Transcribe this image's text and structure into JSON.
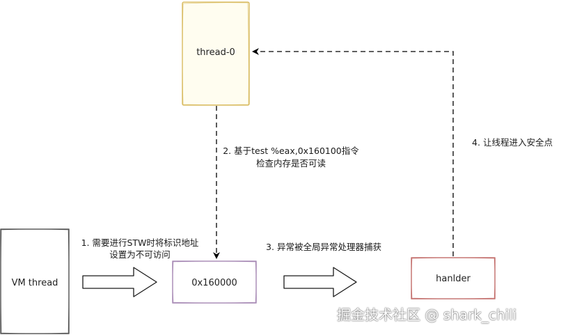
{
  "nodes": {
    "thread0": {
      "label": "thread-0",
      "stroke": "#d6b656",
      "fill": "#fffdf0"
    },
    "vm": {
      "label": "VM thread",
      "stroke": "#333333",
      "fill": "#ffffff"
    },
    "addr": {
      "label": "0x160000",
      "stroke": "#9673a6",
      "fill": "#ffffff"
    },
    "handler": {
      "label": "hanlder",
      "stroke": "#b85450",
      "fill": "#ffffff"
    }
  },
  "edges": {
    "step1": [
      "1. 需要进行STW时将标识地址",
      "设置为不可访问"
    ],
    "step2": [
      "2. 基于test %eax,0x160100指令",
      "检查内存是否可读"
    ],
    "step3": [
      "3. 异常被全局异常处理器捕获"
    ],
    "step4": [
      "4. 让线程进入安全点"
    ]
  },
  "watermark": "掘金技术社区 @ shark_chili"
}
